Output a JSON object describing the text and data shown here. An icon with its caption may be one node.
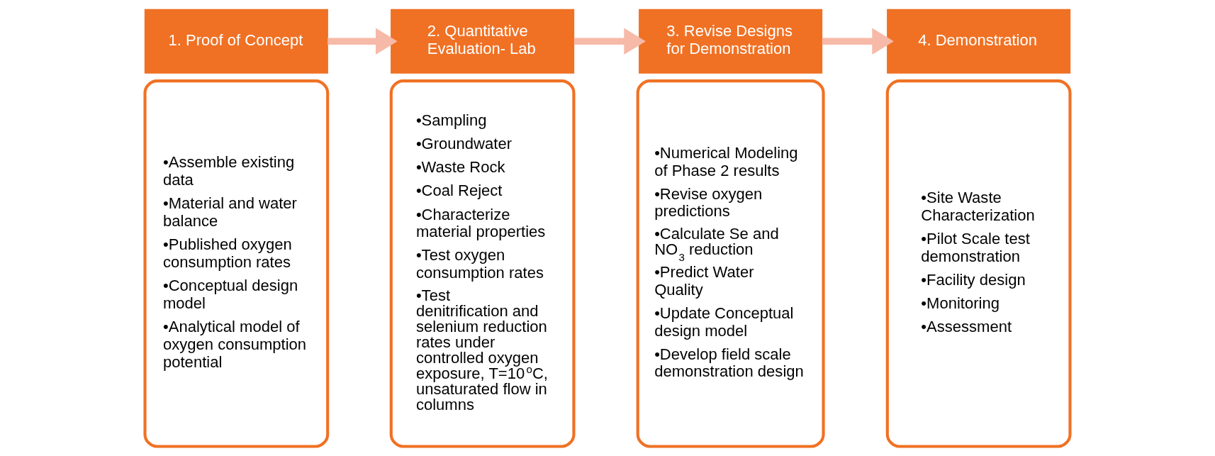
{
  "diagram": {
    "nodes": [
      {
        "text": [
          "1. Proof of Concept"
        ]
      },
      {
        "text": [
          "•Assemble existing data",
          "•Material and water balance",
          "•Published oxygen consumption rates",
          "•Conceptual design model",
          "•Analytical model of oxygen consumption potential"
        ]
      },
      {
        "text": [
          "2. Quantitative Evaluation- Lab"
        ]
      },
      {
        "text": [
          "•Sampling",
          "•Groundwater",
          "•Waste Rock",
          "•Coal Reject",
          "•Characterize material properties",
          "•Test oxygen consumption rates",
          "•Test denitrification and selenium reduction rates under controlled oxygen exposure, T=10$^{o}$C, unsaturated flow in columns"
        ]
      },
      {
        "text": [
          "3. Revise Designs for Demonstration"
        ]
      },
      {
        "text": [
          "•Numerical Modeling of Phase 2 results",
          "•Revise oxygen predictions",
          "•Calculate Se and NO$_{3}$ reduction",
          "•Predict Water Quality",
          "•Update Conceptual design model",
          "•Develop field scale demonstration design"
        ]
      },
      {
        "text": [
          "4. Demonstration"
        ]
      },
      {
        "text": [
          "•Site Waste Characterization",
          "•Pilot Scale test demonstration",
          "•Facility design",
          "•Monitoring",
          "•Assessment"
        ]
      }
    ],
    "edges": [
      {
        "from": 0,
        "to": 2,
        "arrow": "to"
      },
      {
        "from": 2,
        "to": 4,
        "arrow": "to"
      },
      {
        "from": 4,
        "to": 6,
        "arrow": "to"
      }
    ]
  }
}
